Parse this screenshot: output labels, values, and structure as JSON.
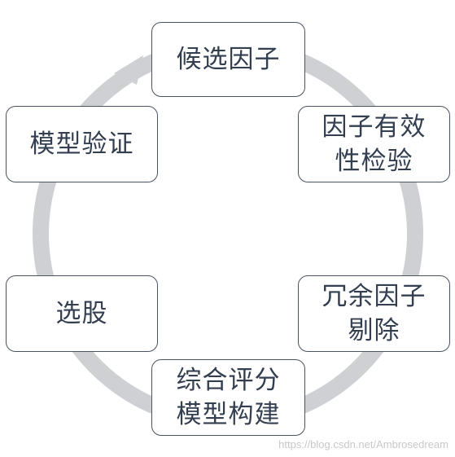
{
  "steps": {
    "candidate": "候选因子",
    "validity": "因子有效\n性检验",
    "redundancy": "冗余因子\n剔除",
    "scoring": "综合评分\n模型构建",
    "selection": "选股",
    "validation": "模型验证"
  },
  "watermark": "https://blog.csdn.net/Ambrosedream",
  "colors": {
    "ring": "#cfd0d3",
    "box_border": "#4a5160",
    "text": "#333f50"
  }
}
